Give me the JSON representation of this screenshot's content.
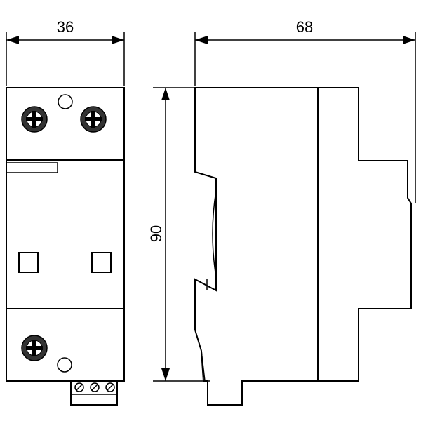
{
  "dimensions": {
    "width": "36",
    "depth": "68",
    "height": "90"
  },
  "colors": {
    "line": "#000000",
    "background": "#ffffff",
    "screw_fill": "#333333"
  }
}
